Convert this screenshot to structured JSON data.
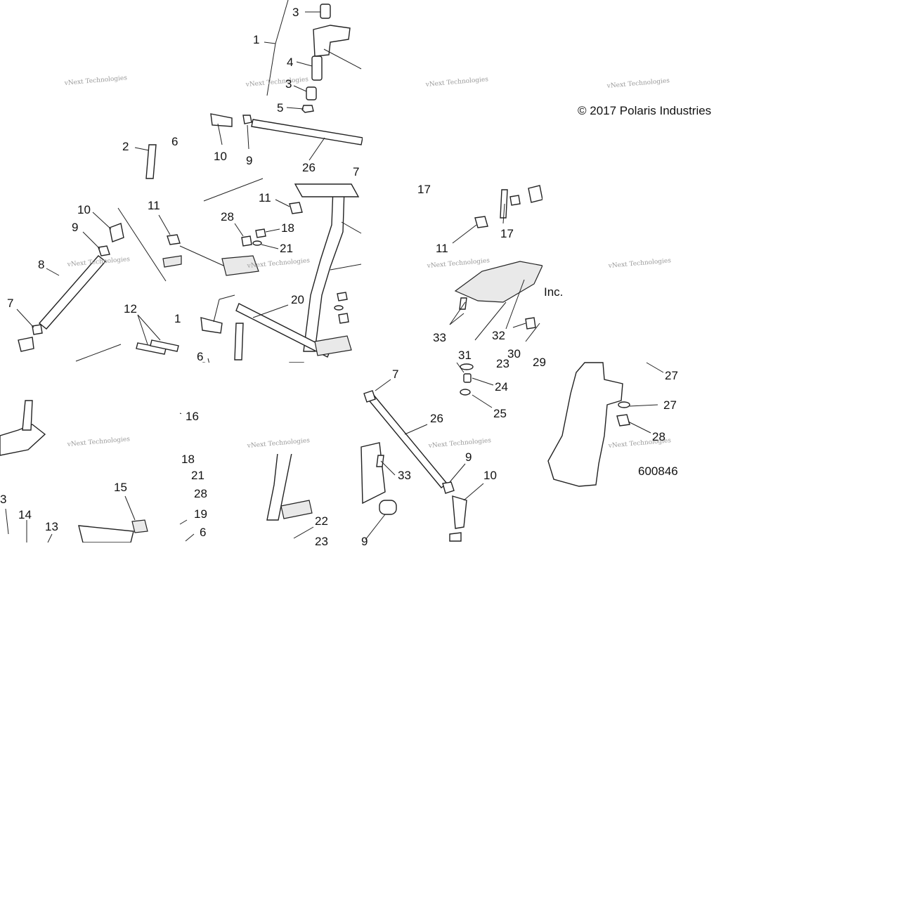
{
  "diagram": {
    "copyright": "© 2017 Polaris Industries",
    "copyright_suffix": "Inc.",
    "diagram_number": "600846",
    "watermark": "vNext Technologies"
  },
  "callouts": [
    "3",
    "1",
    "4",
    "3",
    "5",
    "26",
    "10",
    "9",
    "2",
    "6",
    "7",
    "11",
    "10",
    "9",
    "8",
    "7",
    "11",
    "28",
    "18",
    "21",
    "20",
    "12",
    "6",
    "17",
    "17",
    "11",
    "33",
    "31",
    "32",
    "30",
    "29",
    "23",
    "24",
    "25",
    "27",
    "27",
    "28",
    "7",
    "26",
    "9",
    "10",
    "33",
    "9",
    "16",
    "18",
    "21",
    "28",
    "19",
    "6",
    "22",
    "23",
    "15",
    "13",
    "14",
    "3",
    "1"
  ]
}
